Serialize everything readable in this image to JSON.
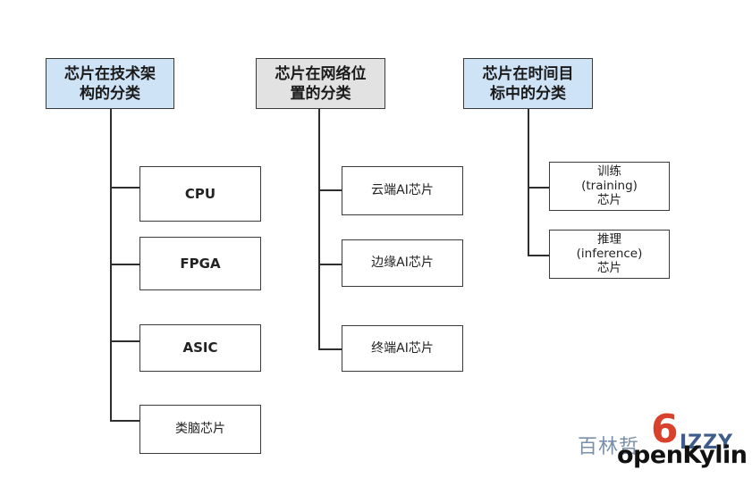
{
  "headers": {
    "architecture": "芯片在技术架构的分类",
    "architecture_l1": "芯片在技术架",
    "architecture_l2": "构的分类",
    "network_l1": "芯片在网络位",
    "network_l2": "置的分类",
    "time_l1": "芯片在时间目",
    "time_l2": "标中的分类"
  },
  "architecture_items": [
    "CPU",
    "FPGA",
    "ASIC",
    "类脑芯片"
  ],
  "network_items": [
    "云端AI芯片",
    "边缘AI芯片",
    "终端AI芯片"
  ],
  "time_items": [
    {
      "l1": "训练",
      "l2": "(training)",
      "l3": "芯片"
    },
    {
      "l1": "推理",
      "l2": "(inference)",
      "l3": "芯片"
    }
  ],
  "watermark": {
    "cn": "百林哲",
    "six": "6",
    "izzy": "IZZY",
    "brand": "openKylin"
  },
  "colors": {
    "header_blue": "#cfe3f6",
    "header_gray": "#e2e2e2",
    "line": "#2e2e2e"
  }
}
